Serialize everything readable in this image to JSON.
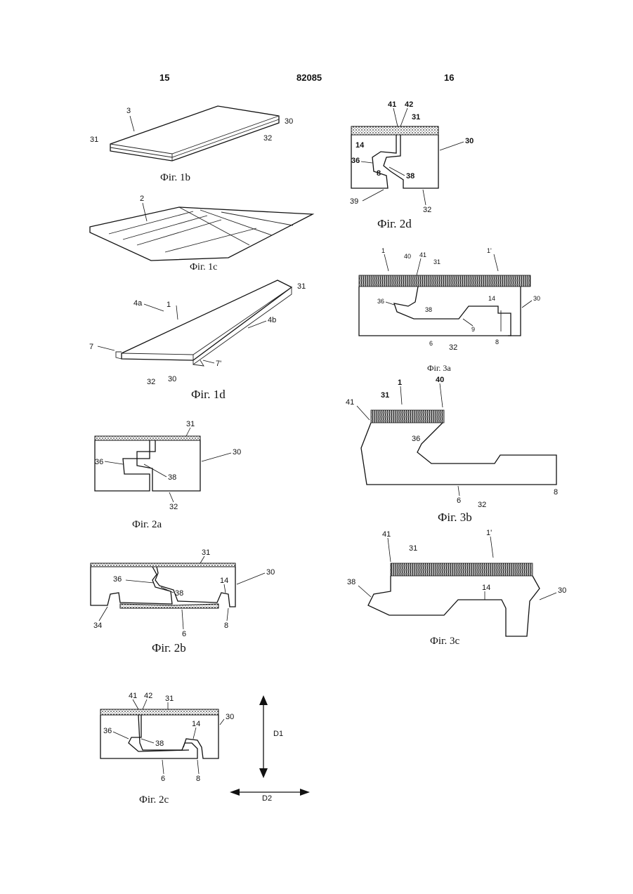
{
  "header": {
    "left_page": "15",
    "patent_number": "82085",
    "right_page": "16"
  },
  "figures": {
    "fig1b": {
      "caption": "Фіг. 1b",
      "labels": {
        "l3": "3",
        "l30": "30",
        "l31": "31",
        "l32": "32"
      }
    },
    "fig1c": {
      "caption": "Фіг. 1c",
      "labels": {
        "l2": "2"
      }
    },
    "fig1d": {
      "caption": "Фіг. 1d",
      "labels": {
        "l1": "1",
        "l4a": "4a",
        "l4b": "4b",
        "l7": "7",
        "l7p": "7'",
        "l31": "31",
        "l32": "32",
        "l30": "30"
      }
    },
    "fig2a": {
      "caption": "Фіг. 2a",
      "labels": {
        "l31": "31",
        "l30": "30",
        "l36": "36",
        "l38": "38",
        "l32": "32"
      }
    },
    "fig2b": {
      "caption": "Фіг. 2b",
      "labels": {
        "l31": "31",
        "l30": "30",
        "l36": "36",
        "l38": "38",
        "l14": "14",
        "l34": "34",
        "l6": "6",
        "l8": "8"
      }
    },
    "fig2c": {
      "caption": "Фіг. 2c",
      "labels": {
        "l41": "41",
        "l42": "42",
        "l31": "31",
        "l30": "30",
        "l36": "36",
        "l38": "38",
        "l14": "14",
        "l6": "6",
        "l8": "8",
        "d1": "D1",
        "d2": "D2"
      }
    },
    "fig2d": {
      "caption": "Фіг. 2d",
      "labels": {
        "l41": "41",
        "l42": "42",
        "l31": "31",
        "l30": "30",
        "l14": "14",
        "l36": "36",
        "l8": "8",
        "l38": "38",
        "l39": "39",
        "l32": "32"
      }
    },
    "fig3a": {
      "caption": "Фіг. 3a",
      "labels": {
        "l1": "1",
        "l40": "40",
        "l41": "41",
        "l31": "31",
        "l1p": "1'",
        "l36": "36",
        "l38": "38",
        "l14": "14",
        "l30": "30",
        "l9": "9",
        "l6": "6",
        "l32": "32",
        "l8": "8"
      }
    },
    "fig3b": {
      "caption": "Фіг. 3b",
      "labels": {
        "l31": "31",
        "l1": "1",
        "l40": "40",
        "l41": "41",
        "l36": "36",
        "l6": "6",
        "l32": "32",
        "l8": "8"
      }
    },
    "fig3c": {
      "caption": "Фіг. 3c",
      "labels": {
        "l41": "41",
        "l31": "31",
        "l1p": "1'",
        "l38": "38",
        "l14": "14",
        "l30": "30"
      }
    }
  }
}
